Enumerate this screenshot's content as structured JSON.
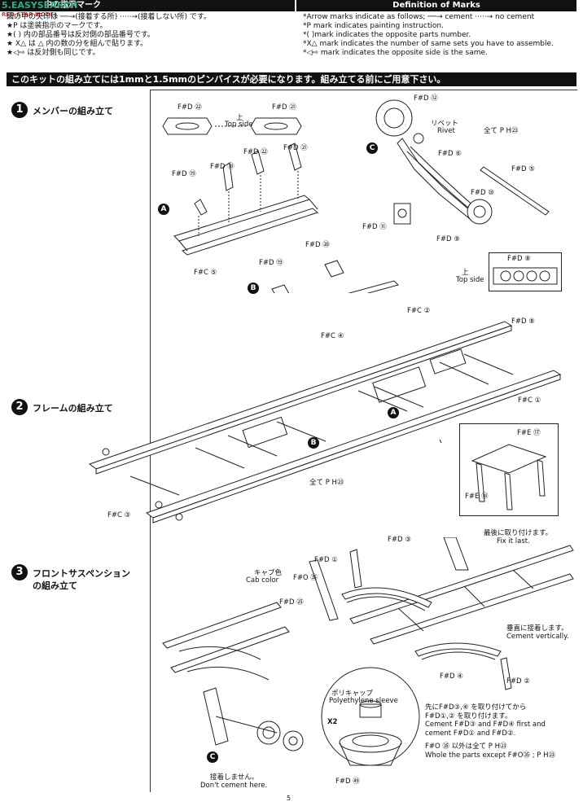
{
  "watermark": {
    "text": "5.EASYSEARCH",
    "sub": "RED STAR MODEL"
  },
  "header": {
    "left_title": "中の指示マーク",
    "right_title": "Definition of Marks"
  },
  "legend_ja": [
    "図の中の矢印は ──→(接着する所)  ·····→(接着しない所) です。",
    "★P は塗装指示のマークです。",
    "★(  ) 内の部品番号は反対側の部品番号です。",
    "★ X△ は △ 内の数の分を組んで貼ります。",
    "★◁⇨ は反対側も同じです。"
  ],
  "legend_en": [
    "*Arrow marks indicate as follows; ──→ cement  ·····→ no cement",
    "*P mark indicates painting instruction.",
    "*(    )mark indicates the opposite parts number.",
    "*X△ mark indicates the number of same sets you have to assemble.",
    "*◁⇨ mark indicates the opposite side is the same."
  ],
  "banner": "このキットの組み立てには1mmと1.5mmのピンバイスが必要になります。組み立てる前にご用意下さい。",
  "steps": [
    {
      "num": "1",
      "title": "メンバーの組み立て"
    },
    {
      "num": "2",
      "title": "フレームの組み立て"
    },
    {
      "num": "3",
      "title": "フロントサスペンション",
      "title2": "の組み立て"
    }
  ],
  "step1": {
    "top_side_ja": "上",
    "top_side_en": "Top side",
    "labels": {
      "fd22a": "F#D ㉒",
      "fd21a": "F#D ㉑",
      "fd18": "F#D ⑱",
      "fd22b": "F#D ㉒",
      "fd21b": "F#D ㉑",
      "fd19a": "F#D ⑲",
      "fc5": "F#C ⑤",
      "fd20": "F#D ⑳",
      "fd19b": "F#D ⑲",
      "fc4": "F#C ④",
      "fd12": "F#D ⑫",
      "rivet_ja": "リベット",
      "rivet_en": "Rivet",
      "paint_all": "全て P H㉓",
      "fd6": "F#D ⑥",
      "fd5": "F#D ⑤",
      "fd10": "F#D ⑩",
      "fd11": "F#D ⑪",
      "fd9": "F#D ⑨",
      "fd8_box": "F#D ⑧",
      "box_top_ja": "上",
      "box_top_en": "Top side"
    },
    "markers": {
      "a": "A",
      "b": "B",
      "c": "C"
    }
  },
  "step2": {
    "labels": {
      "fc2": "F#C ②",
      "fd8": "F#D ⑧",
      "fc1": "F#C ①",
      "fc3": "F#C ③",
      "paint_all": "全て P H㉓",
      "fe17": "F#E ⑰",
      "fe18": "F#E ⑱"
    },
    "markers": {
      "a": "A",
      "b": "B"
    }
  },
  "step3": {
    "labels": {
      "fd3": "F#D ③",
      "fd1": "F#D ①",
      "fix_ja": "最後に取り付けます。",
      "fix_en": "Fix it last.",
      "cab_ja": "キャブ色",
      "cab_en": "Cab color",
      "fo35": "F#O ㉟",
      "fd25": "F#D ㉕",
      "vert_ja": "垂直に接着します。",
      "vert_en": "Cement vertically.",
      "fd4": "F#D ④",
      "fd2": "F#D ②",
      "poly_ja": "ポリキャップ",
      "poly_en": "Polyethylene sleeve",
      "x2": "X2",
      "fd49": "F#D ㊾",
      "nocement_ja": "接着しません。",
      "nocement_en": "Don't cement here."
    },
    "notes": [
      "先にF#D③,④ を取り付けてから",
      "F#D①,② を取り付けます。",
      "Cement F#D③ and F#D④ first and",
      "cement F#D① and F#D②.",
      "F#O ㉟ 以外は全て P H㉓",
      "Whole the parts except F#O㉟ ; P H㉓"
    ],
    "markers": {
      "c": "C"
    }
  },
  "page_number": "5"
}
